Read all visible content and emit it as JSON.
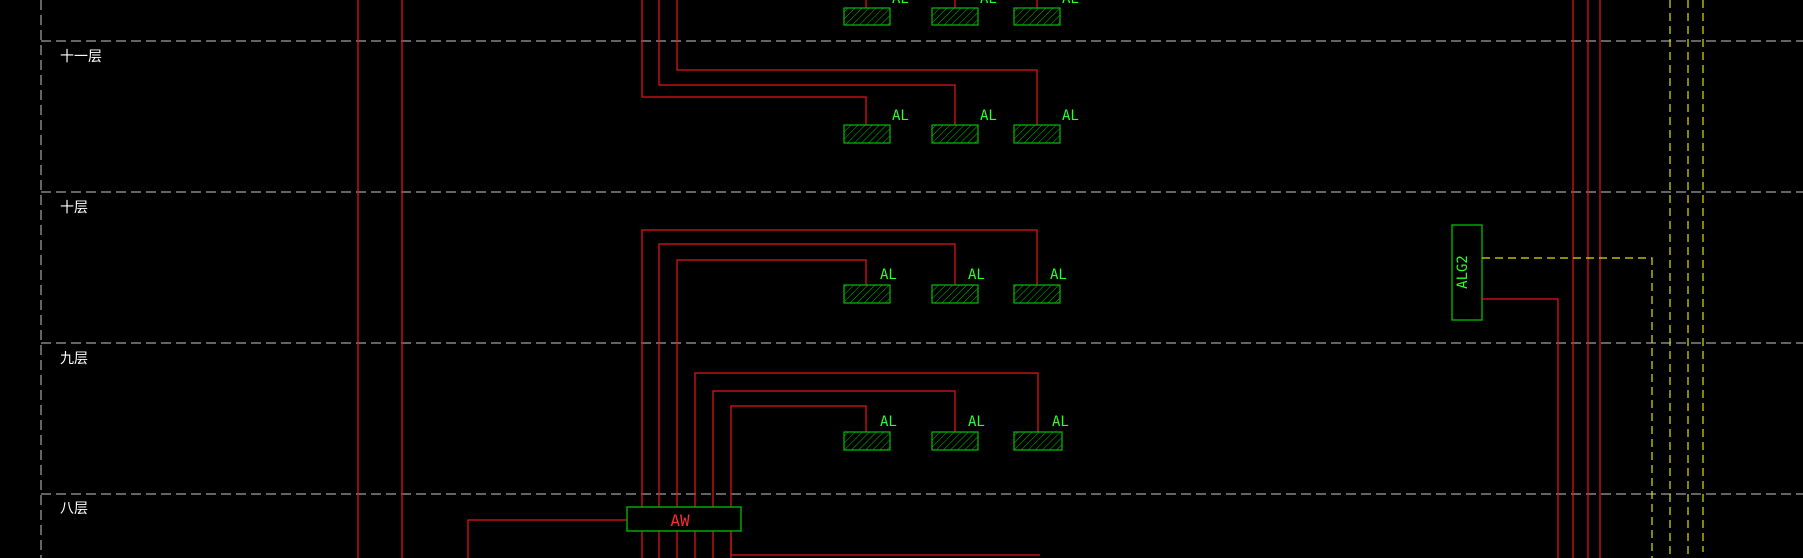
{
  "diagram": {
    "floor_labels": [
      "十一层",
      "十层",
      "九层",
      "八层"
    ],
    "panel_label": "AL",
    "distribution_box_label": "AW",
    "floor_box_label": "ALG2",
    "colors": {
      "background": "#000000",
      "feeder_line": "#e8141c",
      "panel": "#00c000",
      "panel_fill": "#1a8f1a",
      "text_green": "#2aff2a",
      "text_red": "#ff2a2a",
      "floor_line": "#c8c8c8",
      "riser": "#e0e000",
      "floor_text": "#ffffff"
    }
  }
}
